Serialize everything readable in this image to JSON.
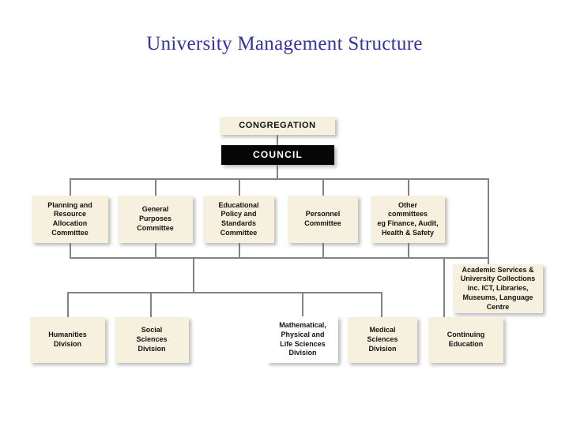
{
  "slide": {
    "title": "University Management Structure"
  },
  "colors": {
    "title_text": "#3434a0",
    "node_fill": "#f6f1de",
    "node_fill_highlight": "#ffffff",
    "council_fill": "#060606",
    "council_text": "#ffffff",
    "node_text": "#121212",
    "connector": "#828282"
  },
  "org_chart": {
    "root": {
      "label": "CONGREGATION"
    },
    "governing_body": {
      "label": "COUNCIL"
    },
    "committees": [
      {
        "label": "Planning and\nResource\nAllocation\nCommittee"
      },
      {
        "label": "General\nPurposes\nCommittee"
      },
      {
        "label": "Educational\nPolicy and\nStandards\nCommittee"
      },
      {
        "label": "Personnel\nCommittee"
      },
      {
        "label": "Other\ncommittees\neg Finance, Audit,\nHealth & Safety"
      }
    ],
    "services": {
      "label": "Academic Services &\nUniversity Collections\ninc. ICT, Libraries,\nMuseums, Language\nCentre"
    },
    "divisions": [
      {
        "label": "Humanities\nDivision"
      },
      {
        "label": "Social\nSciences\nDivision"
      },
      {
        "label": "Mathematical,\nPhysical and\nLife Sciences\nDivision"
      },
      {
        "label": "Medical\nSciences\nDivision"
      },
      {
        "label": "Continuing\nEducation"
      }
    ]
  }
}
